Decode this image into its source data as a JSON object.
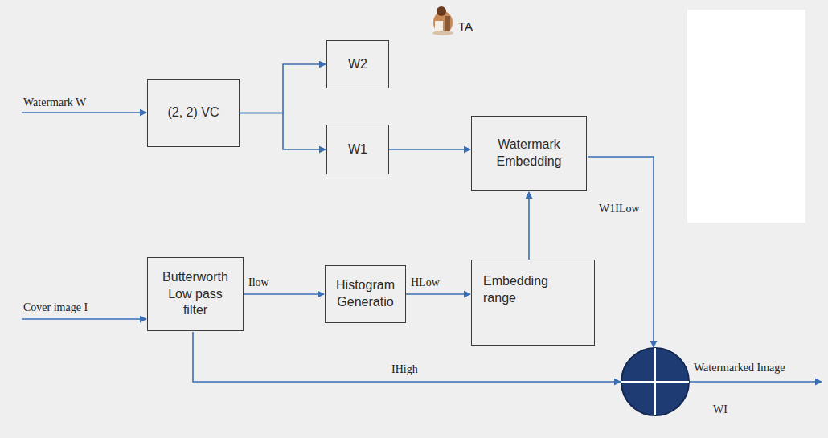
{
  "diagram": {
    "nodes": [
      {
        "text": [
          "(2, 2) VC"
        ]
      },
      {
        "text": [
          "W2"
        ]
      },
      {
        "text": [
          "W1"
        ]
      },
      {
        "text": [
          "Watermark Embedding"
        ]
      },
      {
        "text": [
          "Butterworth Low pass filter"
        ]
      },
      {
        "text": [
          "Histogram Generatio"
        ]
      },
      {
        "text": [
          "Embedding range"
        ]
      }
    ],
    "edges": [
      {
        "from": 0,
        "to": 1,
        "arrow": "to"
      },
      {
        "from": 0,
        "to": 2,
        "arrow": "to"
      },
      {
        "from": 2,
        "to": 3,
        "arrow": "to"
      },
      {
        "from": 4,
        "to": 5,
        "label": "Ilow",
        "arrow": "to"
      },
      {
        "from": 5,
        "to": 6,
        "label": "HLow",
        "arrow": "to"
      },
      {
        "from": 6,
        "to": 3,
        "arrow": "to"
      }
    ],
    "labels": [
      "Watermark W",
      "TA",
      "Cover image I",
      "W1ILow",
      "IHigh",
      "Watermarked Image",
      "WI"
    ]
  }
}
